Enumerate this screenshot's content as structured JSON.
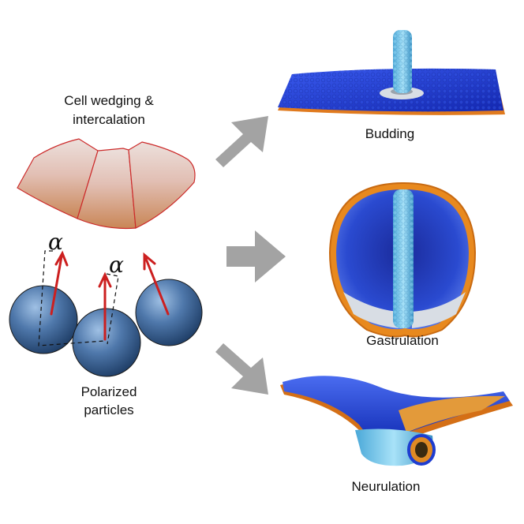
{
  "labels": {
    "wedging_line1": "Cell wedging &",
    "wedging_line2": "intercalation",
    "alpha": "α",
    "polarized_line1": "Polarized",
    "polarized_line2": "particles",
    "budding": "Budding",
    "gastrulation": "Gastrulation",
    "neurulation": "Neurulation"
  },
  "colors": {
    "cell_top": "#ead2cd",
    "cell_bottom": "#cf8f5e",
    "cell_outline": "#cc2a2a",
    "sphere_light": "#8fb1d8",
    "sphere_dark": "#1d3f6b",
    "polarity_arrow": "#cc1f1f",
    "flow_arrow": "#a3a3a3",
    "sheet_blue": "#1f3fd8",
    "sheet_cyan": "#7cc8ee",
    "rim_orange": "#e07a1e"
  },
  "icons": {
    "flow_arrows": "block-arrow",
    "polarity_arrows": "arrow"
  }
}
